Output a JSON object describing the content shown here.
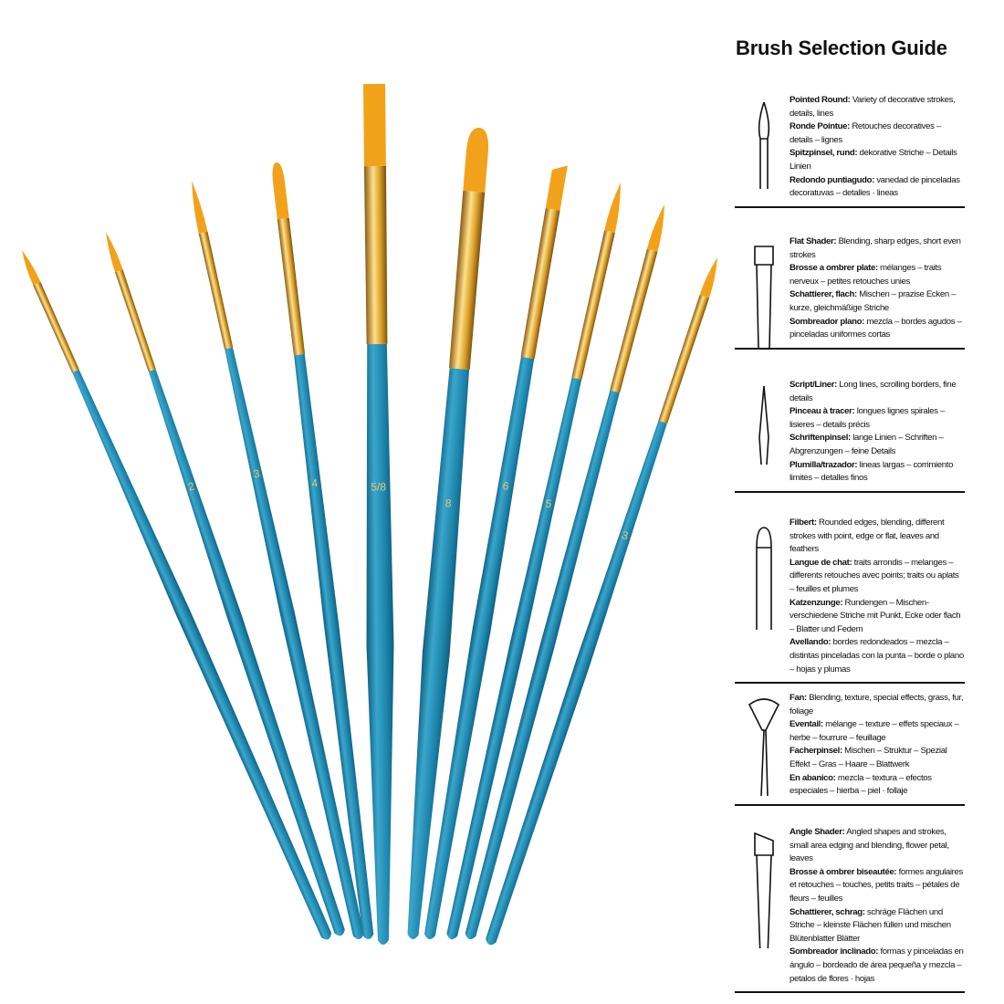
{
  "title": "Brush Selection Guide",
  "brushes": [
    {
      "type": "pointed",
      "size": ""
    },
    {
      "type": "round",
      "size": "2"
    },
    {
      "type": "round",
      "size": "3"
    },
    {
      "type": "filbert-small",
      "size": "4"
    },
    {
      "type": "flat",
      "size": "5/8"
    },
    {
      "type": "filbert",
      "size": "8"
    },
    {
      "type": "flat-small",
      "size": "6"
    },
    {
      "type": "round",
      "size": "5"
    },
    {
      "type": "round",
      "size": ""
    },
    {
      "type": "round",
      "size": "3"
    }
  ],
  "colors": {
    "handle": "#1f86ad",
    "handle_dark": "#0d5f80",
    "ferrule": "#d9a02a",
    "bristle": "#f2a21a"
  },
  "sections": [
    {
      "icon": "pointed-round-brush-icon",
      "entries": [
        {
          "name": "Pointed Round:",
          "desc": "Variety of decorative strokes, details, lines"
        },
        {
          "name": "Ronde Pointue:",
          "desc": "Retouches decoratives – details – lignes"
        },
        {
          "name": "Spitzpinsel, rund:",
          "desc": "dekorative Striche – Details Linien"
        },
        {
          "name": "Redondo puntiagudo:",
          "desc": "vanedad de pinceladas decoratuvas – detalles · lineas"
        }
      ]
    },
    {
      "icon": "flat-shader-brush-icon",
      "entries": [
        {
          "name": "Flat Shader:",
          "desc": "Blending, sharp edges, short even strokes"
        },
        {
          "name": "Brosse a ombrer plate:",
          "desc": "mélanges – traits nerveux – petites retouches unies"
        },
        {
          "name": "Schattierer, flach:",
          "desc": "Mischen – prazise Ecken – kurze, gleichmäßige Striche"
        },
        {
          "name": "Sombreador plano:",
          "desc": "mezcla – bordes agudos – pinceladas uniformes cortas"
        }
      ]
    },
    {
      "icon": "script-liner-brush-icon",
      "entries": [
        {
          "name": "Script/Liner:",
          "desc": "Long lines, scrolling borders, fine details"
        },
        {
          "name": "Pinceau à tracer:",
          "desc": "longues lignes spirales – lisieres – details précis"
        },
        {
          "name": "Schriftenpinsel:",
          "desc": "lange Linien – Schriften – Abgrenzungen – feine Details"
        },
        {
          "name": "Plumilla/trazador:",
          "desc": "lineas largas – corrimiento limites – detalles finos"
        }
      ]
    },
    {
      "icon": "filbert-brush-icon",
      "entries": [
        {
          "name": "Filbert:",
          "desc": "Rounded edges, blending, different strokes with point, edge or flat, leaves and feathers"
        },
        {
          "name": "Langue de chat:",
          "desc": "traits arrondis – melanges – differents retouches avec points; traits ou aplats – feuilles et plumes"
        },
        {
          "name": "Katzenzunge:",
          "desc": "Rundengen – Mischen-verschiedene Striche mit Punkt, Ecke oder flach – Blatter und Fedem"
        },
        {
          "name": "Avellando:",
          "desc": "bordes redondeados – mezcla – distintas pinceladas con la punta – borde o plano – hojas y plumas"
        }
      ]
    },
    {
      "icon": "fan-brush-icon",
      "entries": [
        {
          "name": "Fan:",
          "desc": "Blending, texture, special effects, grass, fur, foliage"
        },
        {
          "name": "Eventail:",
          "desc": "mélange – texture – effets speciaux – herbe – fourrure – feuillage"
        },
        {
          "name": "Facherpinsel:",
          "desc": "Mischen – Struktur – Spezial Effekt – Gras – Haare – Blattwerk"
        },
        {
          "name": "En abanico:",
          "desc": "mezcla – textura – efectos especiales – hierba – piel · follaje"
        }
      ]
    },
    {
      "icon": "angle-shader-brush-icon",
      "entries": [
        {
          "name": "Angle Shader:",
          "desc": "Angled shapes and strokes, small area edging and blending, flower petal, leaves"
        },
        {
          "name": "Brosse à ombrer biseautée:",
          "desc": "formes angulaires et retouches – touches, petits traits – pétales de fleurs – feuilles"
        },
        {
          "name": "Schattierer, schrag:",
          "desc": "schräge Flächen und Striche – kleinste Flächen füllen und mischen Blütenblatter Blätter"
        },
        {
          "name": "Sombreador inclinado:",
          "desc": "formas y pinceladas en ángulo – bordeado de área pequeña y mezcla – petalos de flores · hojas"
        }
      ]
    }
  ]
}
